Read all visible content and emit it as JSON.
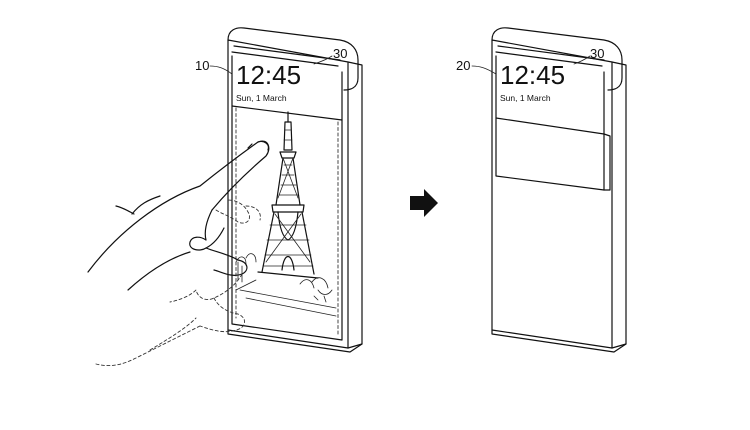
{
  "left_device": {
    "reference_numeral": "10",
    "cover_numeral": "30",
    "clock": "12:45",
    "date": "Sun, 1 March"
  },
  "right_device": {
    "reference_numeral": "20",
    "cover_numeral": "30",
    "clock": "12:45",
    "date": "Sun, 1 March"
  },
  "icons": {
    "transition_arrow": "right-arrow-icon",
    "tower": "eiffel-tower-icon",
    "hand": "pointing-hand-icon"
  }
}
